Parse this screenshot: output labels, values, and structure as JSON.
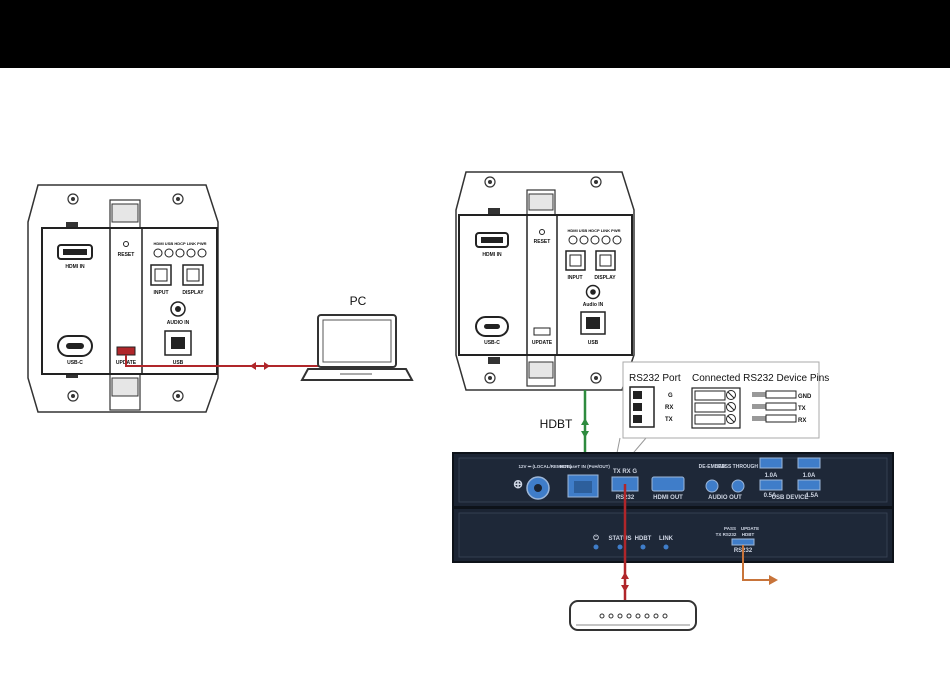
{
  "left_plate": {
    "hdmi_in": "HDMI IN",
    "reset": "RESET",
    "led_labels": "HDMI USB HDCP LINK PWR",
    "input": "INPUT",
    "display": "DISPLAY",
    "audio_in": "AUDIO IN",
    "usb_c": "USB-C",
    "update": "UPDATE",
    "usb": "USB"
  },
  "pc_label": "PC",
  "right_plate": {
    "hdmi_in": "HDMI IN",
    "reset": "RESET",
    "led_labels": "HDMI USB HDCP LINK PWR",
    "input": "INPUT",
    "display": "DISPLAY",
    "audio_in": "Audio IN",
    "usb_c": "USB-C",
    "update": "UPDATE",
    "usb": "USB"
  },
  "callout": {
    "port_title": "RS232 Port",
    "device_title": "Connected RS232 Device Pins",
    "port_pins": [
      "G",
      "RX",
      "TX"
    ],
    "device_pins": [
      "GND",
      "TX",
      "RX"
    ]
  },
  "hdbt_label": "HDBT",
  "receiver_top": {
    "power": "12V ⎓ (LOCAL/REMOTE)",
    "hdbaset_in": "HDBaseT IN (PoH/OUT)",
    "tx_rx_g": "TX RX G",
    "rs232": "RS232",
    "hdmi_out": "HDMI OUT",
    "de_embed": "DE-EMBED",
    "pass_through": "PASS THROUGH",
    "audio_out": "AUDIO OUT",
    "usb_1a_1": "1.0A",
    "usb_1a_2": "1.0A",
    "usb_05a": "0.5A",
    "usb_device": "USB DEVICE",
    "usb_15a": "1.5A"
  },
  "receiver_bottom": {
    "status_labels": [
      "",
      "STATUS",
      "HDBT",
      "LINK"
    ],
    "pass_label": "PASS",
    "tx_rs232": "TX RS232",
    "update_label": "UPDATE",
    "hdbt_label": "HDBT",
    "rs232": "RS232"
  },
  "colors": {
    "red_cable": "#b0262a",
    "green_cable": "#2e8b3e",
    "orange_cable": "#c8743a",
    "receiver_panel": "#1b2433",
    "port_blue": "#3f7dc9"
  }
}
